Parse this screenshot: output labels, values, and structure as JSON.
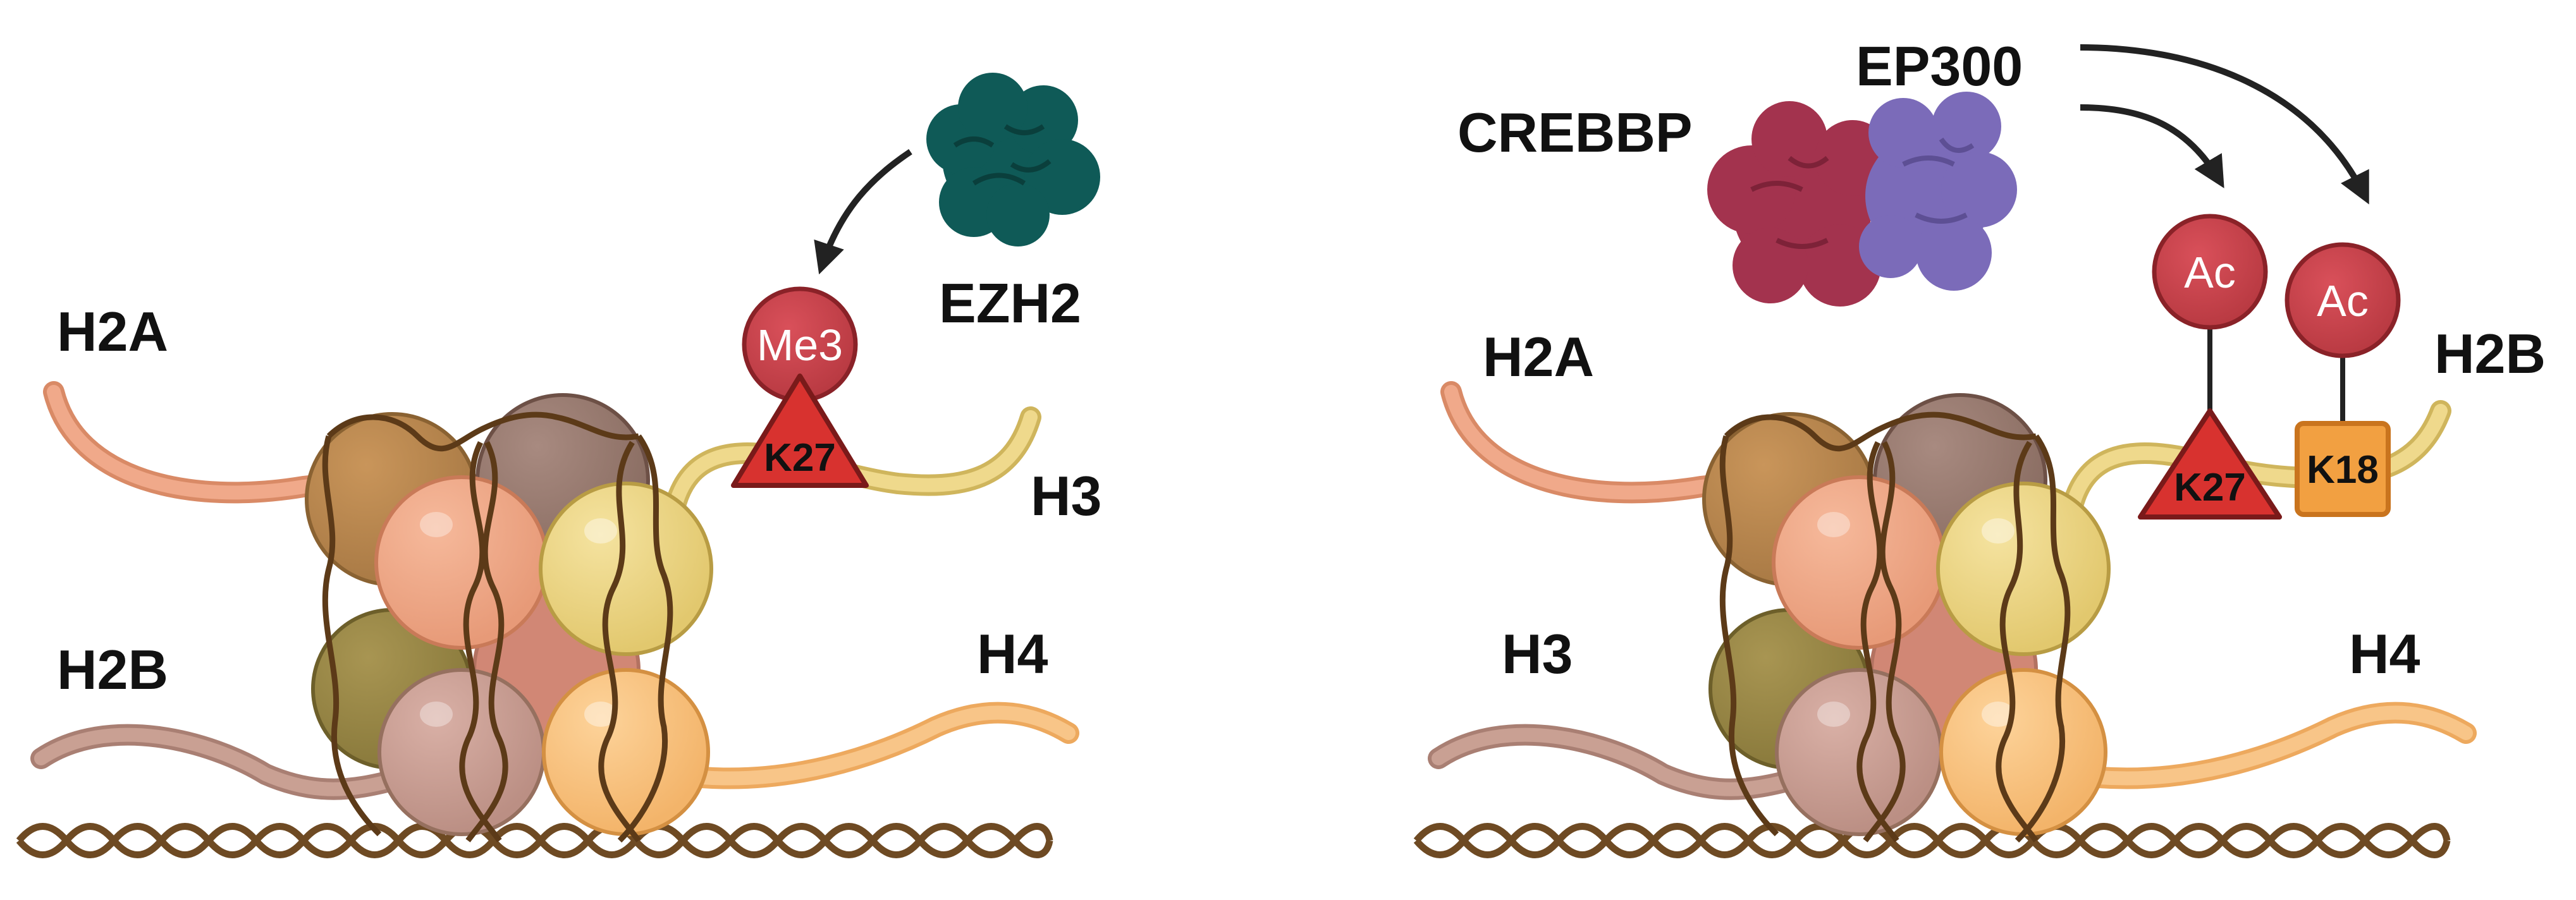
{
  "left_panel": {
    "enzyme_label": "EZH2",
    "histone_labels": {
      "h2a": "H2A",
      "h2b": "H2B",
      "h3": "H3",
      "h4": "H4"
    },
    "modification_label": "Me3",
    "residue_label": "K27"
  },
  "right_panel": {
    "enzyme_labels": {
      "crebbp": "CREBBP",
      "ep300": "EP300"
    },
    "histone_labels": {
      "h2a": "H2A",
      "h3": "H3",
      "h4": "H4",
      "h2b": "H2B"
    },
    "modifications": [
      {
        "label": "Ac",
        "residue": "K27",
        "residue_shape": "triangle"
      },
      {
        "label": "Ac",
        "residue": "K18",
        "residue_shape": "square"
      }
    ]
  },
  "colors": {
    "h2a_tail": "#f0a98a",
    "h2b_tail": "#c9a093",
    "h3_tail": "#efd98c",
    "h4_tail": "#f8c588",
    "dna": "#6e4a23",
    "mark_circle": "#c9434a",
    "residue_triangle": "#d8322f",
    "residue_square": "#f2a041",
    "ezh2": "#0f5a57",
    "crebbp": "#a3334e",
    "ep300": "#7b6bb9",
    "arrow": "#222222"
  }
}
